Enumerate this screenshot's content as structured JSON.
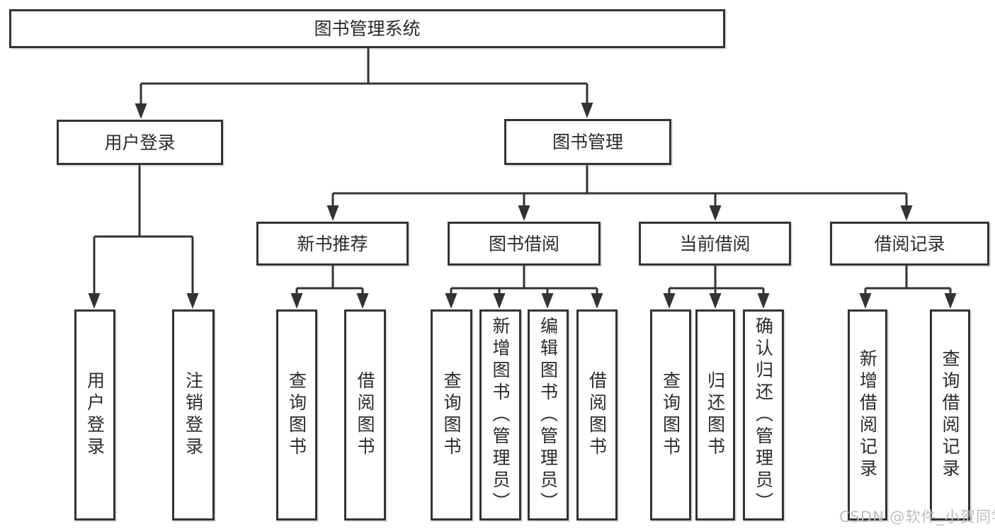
{
  "tree": {
    "label": "图书管理系统",
    "children": [
      {
        "label": "用户登录",
        "children": [
          {
            "label": "用户登录"
          },
          {
            "label": "注销登录"
          }
        ]
      },
      {
        "label": "图书管理",
        "children": [
          {
            "label": "新书推荐",
            "children": [
              {
                "label": "查询图书"
              },
              {
                "label": "借阅图书"
              }
            ]
          },
          {
            "label": "图书借阅",
            "children": [
              {
                "label": "查询图书"
              },
              {
                "label": "新增图书（管理员）"
              },
              {
                "label": "编辑图书（管理员）"
              },
              {
                "label": "借阅图书"
              }
            ]
          },
          {
            "label": "当前借阅",
            "children": [
              {
                "label": "查询图书"
              },
              {
                "label": "归还图书"
              },
              {
                "label": "确认归还（管理员）"
              }
            ]
          },
          {
            "label": "借阅记录",
            "children": [
              {
                "label": "新增借阅记录"
              },
              {
                "label": "查询借阅记录"
              }
            ]
          }
        ]
      }
    ]
  },
  "watermark": {
    "text": "CSDN @软件_小贺同学"
  },
  "colors": {
    "line": "#333333",
    "box_border": "#333333",
    "text": "#2b2b2b",
    "watermark": "#bdbdbd",
    "background": "#ffffff"
  }
}
